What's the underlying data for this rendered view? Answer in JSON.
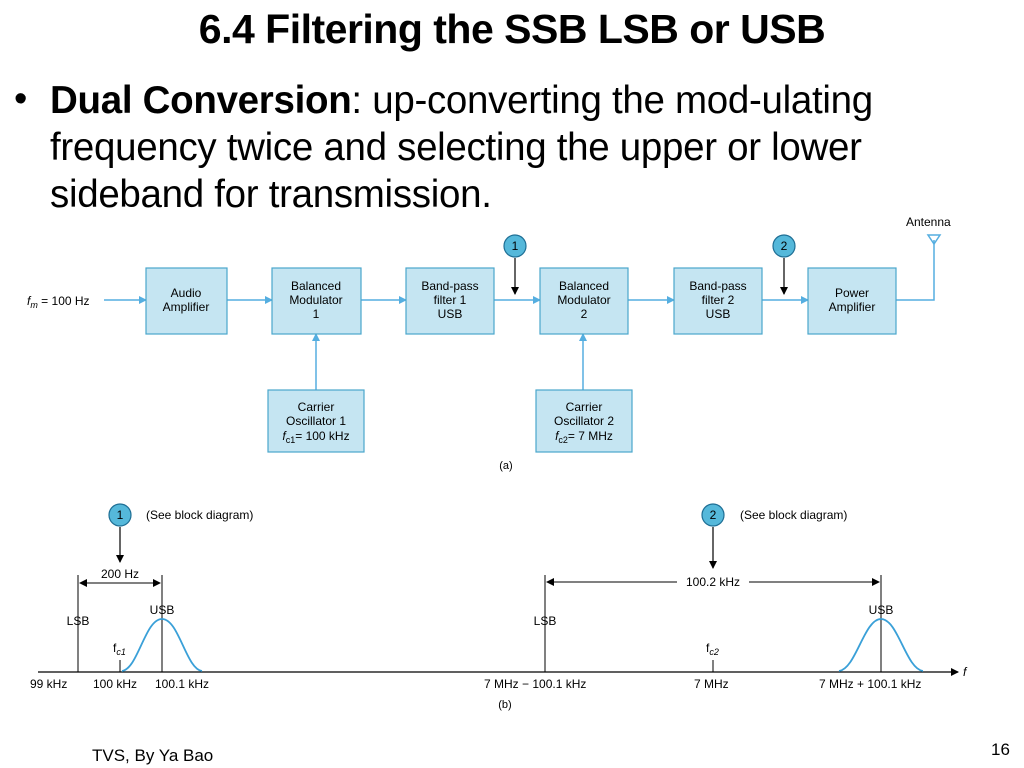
{
  "title": "6.4 Filtering the SSB LSB or USB",
  "bullet": {
    "term": "Dual Conversion",
    "text": ": up-converting the mod-ulating frequency twice and selecting the upper or lower sideband for transmission."
  },
  "block_diagram": {
    "input_label_f": "f",
    "input_label_sub": "m",
    "input_label_rest": " = 100 Hz",
    "antenna": "Antenna",
    "blocks": {
      "audio_amp": [
        "Audio",
        "Amplifier"
      ],
      "bal_mod1": [
        "Balanced",
        "Modulator",
        "1"
      ],
      "bpf1": [
        "Band-pass",
        "filter 1",
        "USB"
      ],
      "bal_mod2": [
        "Balanced",
        "Modulator",
        "2"
      ],
      "bpf2": [
        "Band-pass",
        "filter 2",
        "USB"
      ],
      "power_amp": [
        "Power",
        "Amplifier"
      ],
      "carrier1": [
        "Carrier",
        "Oscillator 1",
        "= 100 kHz"
      ],
      "carrier2": [
        "Carrier",
        "Oscillator 2",
        "= 7 MHz"
      ]
    },
    "carrier1_f": "f",
    "carrier1_sub": "c1",
    "carrier2_f": "f",
    "carrier2_sub": "c2",
    "marker1": "1",
    "marker2": "2",
    "caption": "(a)"
  },
  "spectrum": {
    "marker1": "1",
    "marker2": "2",
    "see1": "(See block diagram)",
    "see2": "(See block diagram)",
    "span1": "200 Hz",
    "span2": "100.2 kHz",
    "lsb1": "LSB",
    "usb1": "USB",
    "lsb2": "LSB",
    "usb2": "USB",
    "fc1_f": "f",
    "fc1_sub": "c1",
    "fc2_f": "f",
    "fc2_sub": "c2",
    "axis_f": "f",
    "ticks": [
      "99 kHz",
      "100 kHz",
      "100.1 kHz",
      "7 MHz − 100.1 kHz",
      "7 MHz",
      "7 MHz + 100.1 kHz"
    ],
    "caption": "(b)"
  },
  "colors": {
    "block_fill": "#c5e5f2",
    "block_stroke": "#4aa6cc",
    "arrow": "#55aee0",
    "marker_fill": "#55b8da",
    "curve": "#3aa0d8"
  },
  "footer": "TVS, By Ya Bao",
  "page_number": "16"
}
